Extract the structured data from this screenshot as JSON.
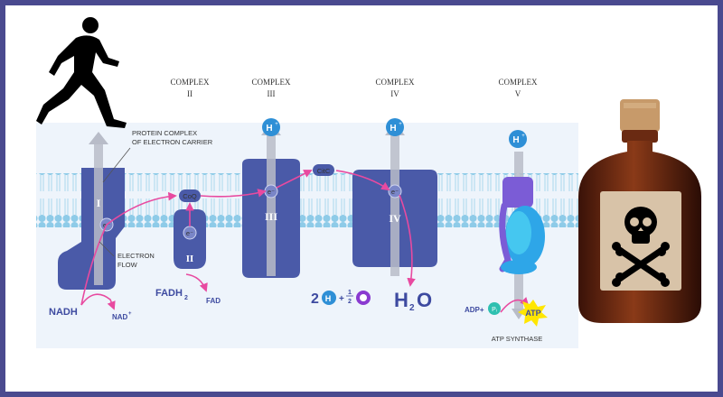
{
  "complex_labels": [
    {
      "word": "COMPLEX",
      "num": "II"
    },
    {
      "word": "COMPLEX",
      "num": "III"
    },
    {
      "word": "COMPLEX",
      "num": "IV"
    },
    {
      "word": "COMPLEX",
      "num": "V"
    }
  ],
  "roman": {
    "i": "I",
    "ii": "II",
    "iii": "III",
    "iv": "IV"
  },
  "carriers": {
    "coq": "CoQ",
    "cytc": "CitC",
    "electron": "e⁻"
  },
  "callouts": {
    "protein_complex_line1": "PROTEIN COMPLEX",
    "protein_complex_line2": "OF ELECTRON CARRIER",
    "electron_flow_line1": "ELECTRON",
    "electron_flow_line2": "FLOW",
    "atp_synthase": "ATP SYNTHASE"
  },
  "molecules": {
    "nadh": "NADH",
    "nad": "NAD",
    "nad_sup": "+",
    "fadh2": "FADH",
    "fadh2_sub": "2",
    "fad": "FAD",
    "two": "2",
    "plus": "+",
    "half_num": "1",
    "half_den": "2",
    "h2o_h": "H",
    "h2o_sub": "2",
    "h2o_o": "O",
    "adp": "ADP+",
    "pi": "Pᵢ",
    "atp": "ATP"
  },
  "ions": {
    "h": "H",
    "h_sup": "+",
    "o": "O"
  },
  "colors": {
    "border": "#4a4a8f",
    "membrane": "#8ecbe8",
    "complex": "#4a5aa8",
    "proton": "#2e8fd6",
    "arrow_pink": "#e84aa0",
    "text_blue": "#3d4aa0"
  },
  "icons": [
    "runner-icon",
    "poison-bottle-icon",
    "skull-crossbones-icon"
  ]
}
